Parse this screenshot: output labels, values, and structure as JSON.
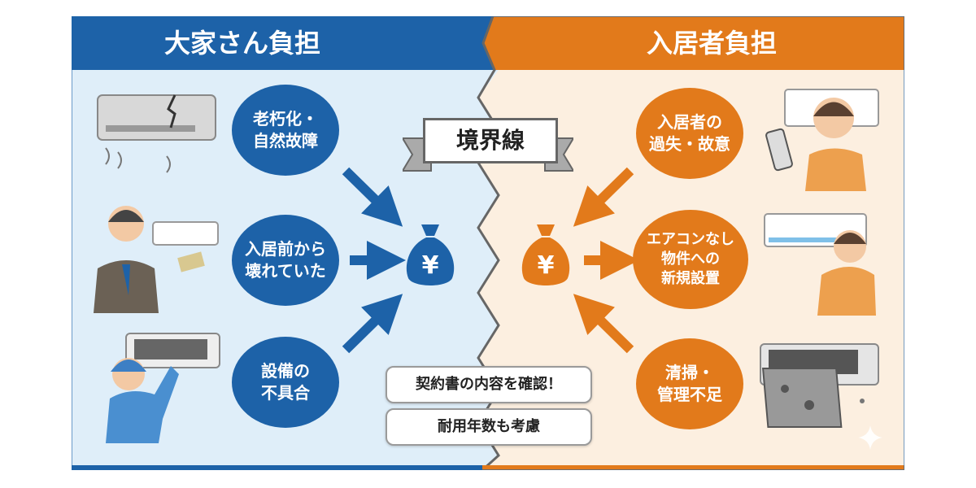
{
  "header": {
    "left_title": "大家さん負担",
    "right_title": "入居者負担"
  },
  "boundary_label": "境界線",
  "landlord_causes": [
    {
      "lines": [
        "老朽化・",
        "自然故障"
      ]
    },
    {
      "lines": [
        "入居前から",
        "壊れていた"
      ]
    },
    {
      "lines": [
        "設備の",
        "不具合"
      ]
    }
  ],
  "tenant_causes": [
    {
      "lines": [
        "入居者の",
        "過失・故意"
      ]
    },
    {
      "lines": [
        "エアコンなし",
        "物件への",
        "新規設置"
      ]
    },
    {
      "lines": [
        "清掃・",
        "管理不足"
      ]
    }
  ],
  "money_symbol": "¥",
  "notes": [
    "契約書の内容を確認！",
    "耐用年数も考慮"
  ],
  "colors": {
    "landlord": "#1d62a8",
    "tenant": "#e27a1b",
    "landlord_bg": "#dfeef9",
    "tenant_bg": "#fcefe0"
  }
}
